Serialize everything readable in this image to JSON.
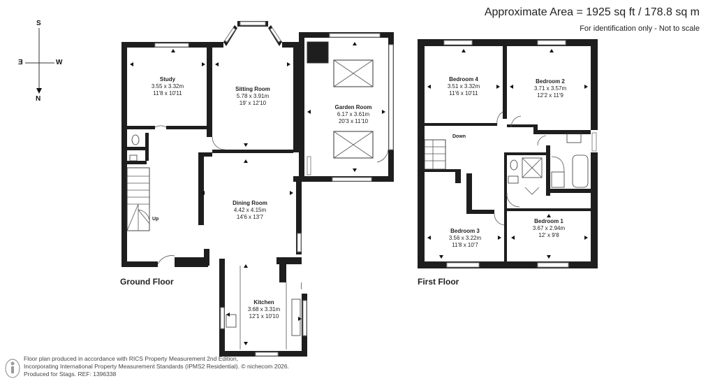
{
  "header": {
    "area": "Approximate Area = 1925 sq ft / 178.8 sq m",
    "note": "For identification only - Not to scale"
  },
  "compass": {
    "s": "S",
    "w": "W",
    "e": "E",
    "n": "N"
  },
  "floors": {
    "ground": "Ground Floor",
    "first": "First Floor"
  },
  "rooms": {
    "study": {
      "name": "Study",
      "metric": "3.55 x 3.32m",
      "imperial": "11'8 x 10'11"
    },
    "sitting": {
      "name": "Sitting Room",
      "metric": "5.78 x 3.91m",
      "imperial": "19' x 12'10"
    },
    "garden": {
      "name": "Garden Room",
      "metric": "6.17 x 3.61m",
      "imperial": "20'3 x 11'10"
    },
    "dining": {
      "name": "Dining Room",
      "metric": "4.42 x 4.15m",
      "imperial": "14'6 x 13'7"
    },
    "kitchen": {
      "name": "Kitchen",
      "metric": "3.68 x 3.31m",
      "imperial": "12'1 x 10'10"
    },
    "bed4": {
      "name": "Bedroom 4",
      "metric": "3.51 x 3.32m",
      "imperial": "11'6 x 10'11"
    },
    "bed2": {
      "name": "Bedroom 2",
      "metric": "3.71 x 3.57m",
      "imperial": "12'2 x 11'9"
    },
    "bed3": {
      "name": "Bedroom 3",
      "metric": "3.56 x 3.22m",
      "imperial": "11'8 x 10'7"
    },
    "bed1": {
      "name": "Bedroom 1",
      "metric": "3.67 x 2.94m",
      "imperial": "12' x 9'8"
    }
  },
  "stair_labels": {
    "up": "Up",
    "down": "Down"
  },
  "footer": {
    "line1": "Floor plan produced in accordance with RICS Property Measurement 2nd Edition,",
    "line2": "Incorporating International Property Measurement Standards (IPMS2 Residential).  © nichecom 2026.",
    "line3": "Produced for Stags.   REF: 1396338"
  },
  "colors": {
    "wall": "#1e1e1e",
    "window": "#9a9a9a",
    "text": "#222222"
  }
}
